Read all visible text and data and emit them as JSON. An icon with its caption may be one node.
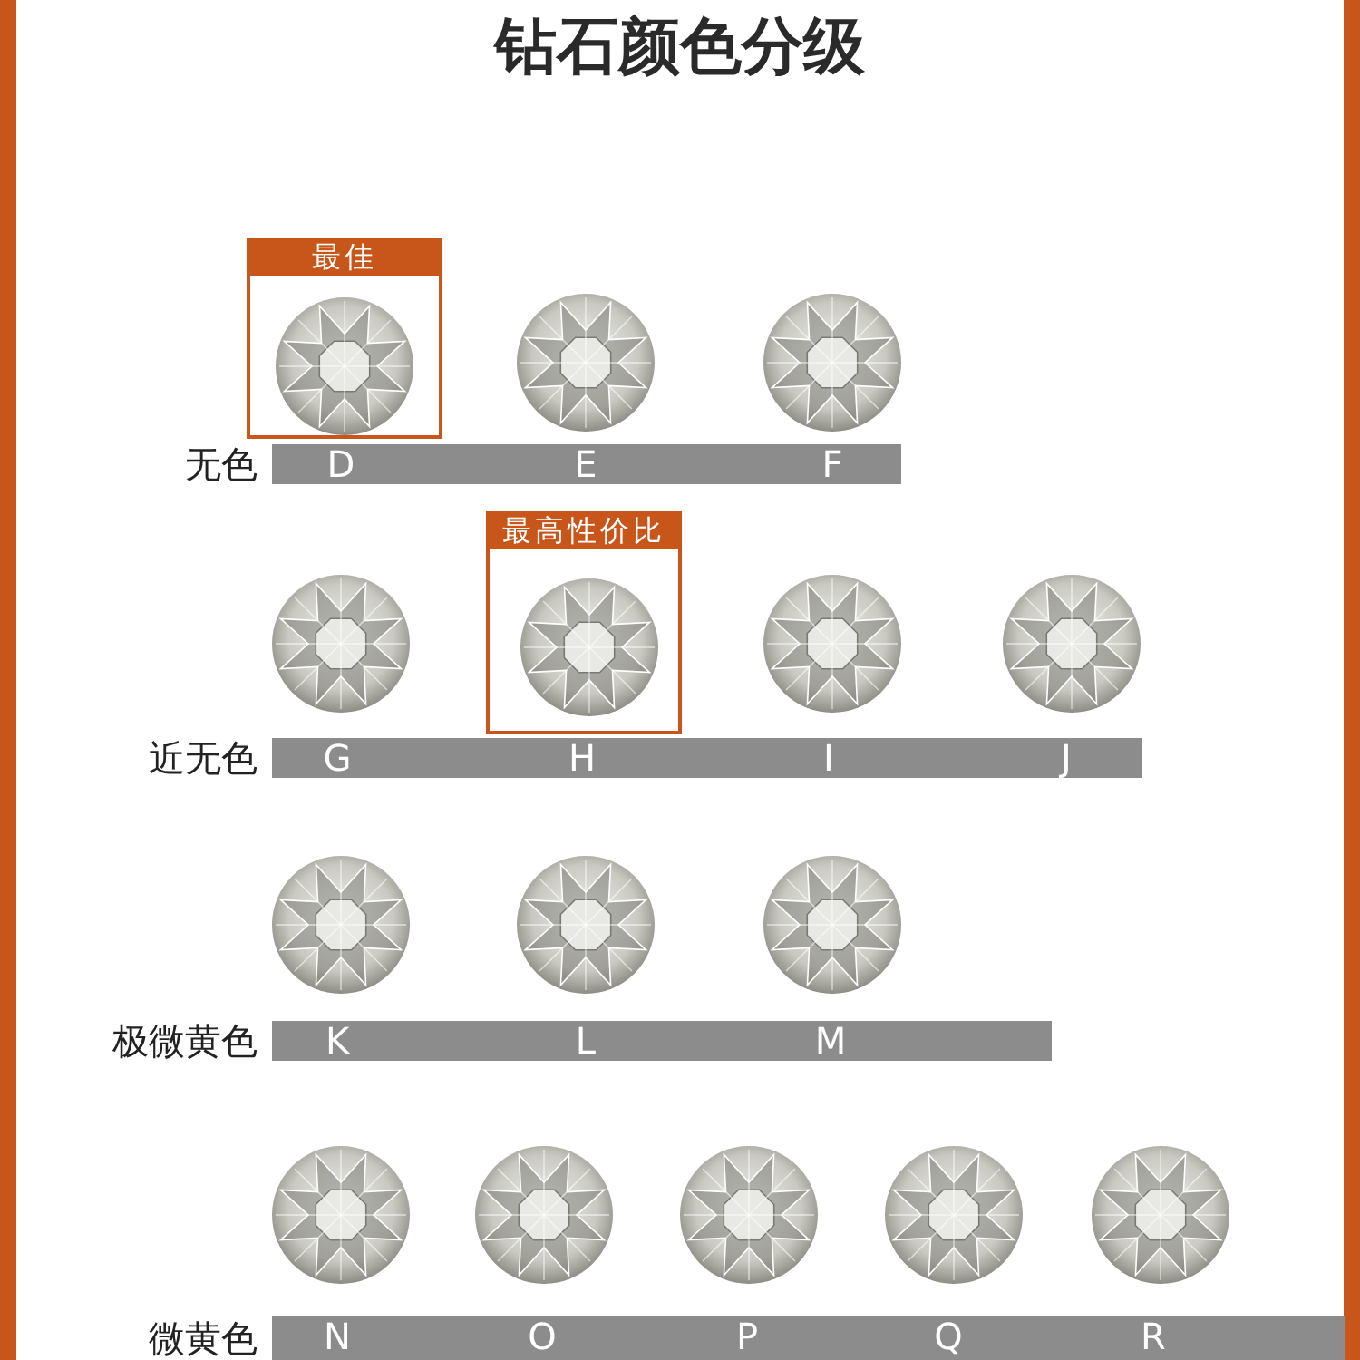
{
  "diagram": {
    "title": "钻石颜色分级",
    "nodes": [
      {
        "text": [
          "最佳"
        ]
      },
      {
        "text": [],
        "shape": "picture",
        "in": 0
      },
      {
        "text": [],
        "shape": "picture"
      },
      {
        "text": [],
        "shape": "picture"
      },
      {
        "text": [
          "D",
          "E",
          "F"
        ],
        "beside": [
          "无色"
        ]
      },
      {
        "text": [
          "最高性价比"
        ]
      },
      {
        "text": [],
        "shape": "picture"
      },
      {
        "text": [],
        "shape": "picture",
        "in": 5
      },
      {
        "text": [],
        "shape": "picture"
      },
      {
        "text": [],
        "shape": "picture"
      },
      {
        "text": [
          "G",
          "H",
          "I",
          "J"
        ],
        "beside": [
          "近无色"
        ]
      },
      {
        "text": [],
        "shape": "picture"
      },
      {
        "text": [],
        "shape": "picture"
      },
      {
        "text": [],
        "shape": "picture"
      },
      {
        "text": [
          "K",
          "L",
          "M"
        ],
        "beside": [
          "极微黄色"
        ]
      },
      {
        "text": [],
        "shape": "picture"
      },
      {
        "text": [],
        "shape": "picture"
      },
      {
        "text": [],
        "shape": "picture"
      },
      {
        "text": [],
        "shape": "picture"
      },
      {
        "text": [],
        "shape": "picture"
      },
      {
        "text": [
          "N",
          "O",
          "P",
          "Q",
          "R"
        ],
        "beside": [
          "微黄色"
        ]
      }
    ],
    "edges": []
  }
}
